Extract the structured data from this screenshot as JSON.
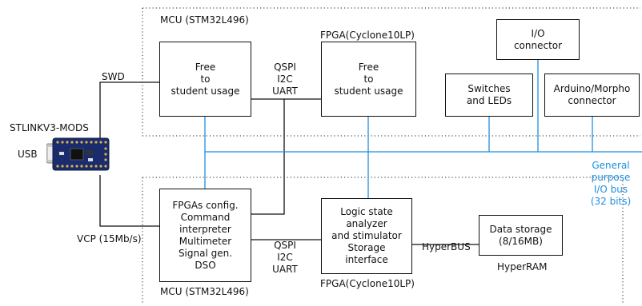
{
  "mcu_top": {
    "title": "MCU (STM32L496)",
    "box": "Free\nto\nstudent usage"
  },
  "fpga_top": {
    "title": "FPGA(Cyclone10LP)",
    "box": "Free\nto\nstudent usage"
  },
  "mcu_bottom": {
    "title": "MCU (STM32L496)",
    "box": "FPGAs config.\nCommand\ninterpreter\nMultimeter\nSignal gen.\nDSO"
  },
  "fpga_bottom": {
    "title": "FPGA(Cyclone10LP)",
    "box": "Logic state\nanalyzer\nand stimulator\nStorage\ninterface"
  },
  "io_connector": "I/O\nconnector",
  "switches": "Switches\nand LEDs",
  "arduino": "Arduino/Morpho\nconnector",
  "data_storage": {
    "box": "Data storage\n(8/16MB)",
    "caption": "HyperRAM"
  },
  "links": {
    "swd": "SWD",
    "vcp": "VCP (15Mb/s)",
    "stlink": "STLINKV3-MODS",
    "usb": "USB",
    "bus_top": "QSPI\nI2C\nUART",
    "bus_bottom": "QSPI\nI2C\nUART",
    "hyperbus": "HyperBUS"
  },
  "gpio_bus": "General\npurpose\nI/O bus\n(32 bits)",
  "colors": {
    "bus": "#1f8fe0",
    "line": "#111111"
  }
}
